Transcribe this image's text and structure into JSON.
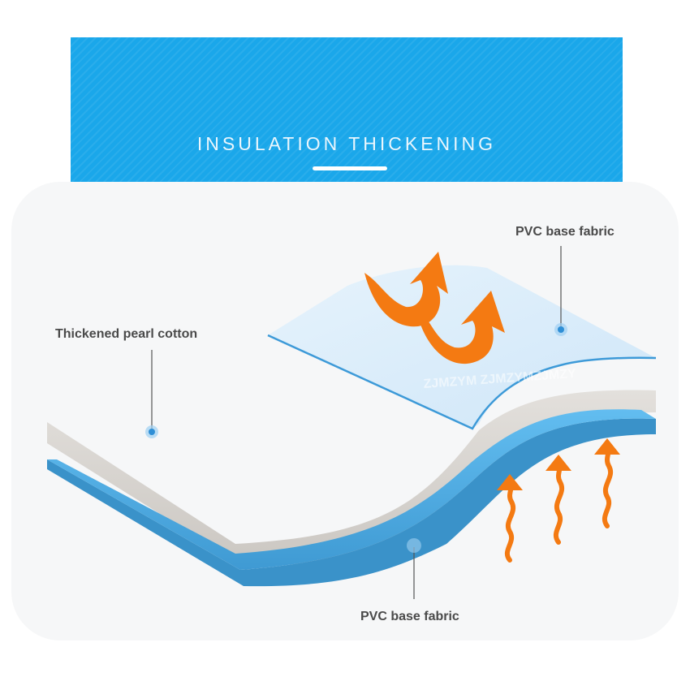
{
  "banner": {
    "title": "INSULATION THICKENING",
    "color": "#1aa7ea"
  },
  "labels": {
    "top_right": "PVC base fabric",
    "left": "Thickened pearl cotton",
    "bottom": "PVC base fabric"
  },
  "watermark": "ZJMZYM ZJMZYMZJMZY",
  "colors": {
    "pvc_blue": "#55b4ea",
    "pvc_blue_dark": "#3a92c9",
    "pearl_cotton": "#d8d4cf",
    "arrow_orange": "#f47a12",
    "film_light": "#d9ecfa"
  }
}
